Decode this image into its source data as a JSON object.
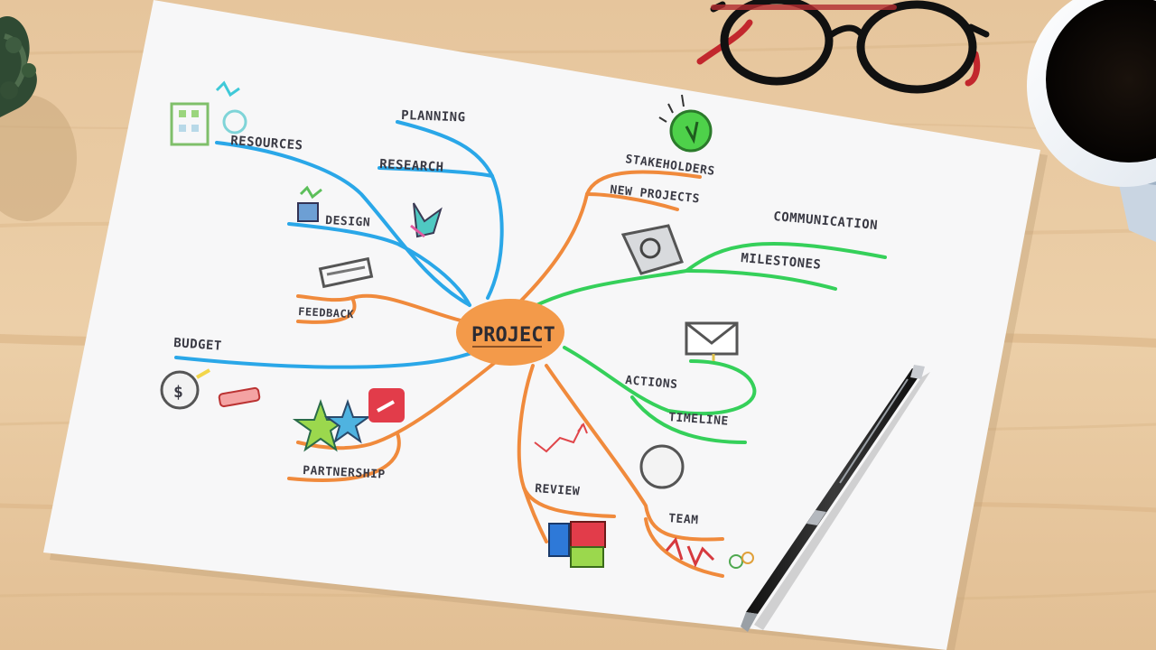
{
  "mindmap": {
    "center": "PROJECT",
    "branches": [
      {
        "label": "PLANNING",
        "color": "#2aa7e8"
      },
      {
        "label": "RESEARCH",
        "color": "#2aa7e8"
      },
      {
        "label": "RESOURCES",
        "color": "#2aa7e8"
      },
      {
        "label": "DESIGN",
        "color": "#2aa7e8"
      },
      {
        "label": "BUDGET",
        "color": "#2aa7e8"
      },
      {
        "label": "FEEDBACK",
        "color": "#f08a3c"
      },
      {
        "label": "PARTNERSHIP",
        "color": "#f08a3c"
      },
      {
        "label": "STAKEHOLDERS",
        "color": "#35d05a"
      },
      {
        "label": "NEW PROJECTS",
        "color": "#35d05a"
      },
      {
        "label": "COMMUNICATION",
        "color": "#35d05a"
      },
      {
        "label": "MILESTONES",
        "color": "#35d05a"
      },
      {
        "label": "ACTIONS",
        "color": "#f08a3c"
      },
      {
        "label": "TIMELINE",
        "color": "#f08a3c"
      },
      {
        "label": "REVIEW",
        "color": "#f08a3c"
      },
      {
        "label": "TEAM",
        "color": "#f08a3c"
      }
    ]
  },
  "colors": {
    "desk": "#e9c9a0",
    "paper": "#f7f7f8",
    "center_node": "#f39a4a",
    "blue_branch": "#2aa7e8",
    "orange_branch": "#f08a3c",
    "green_branch": "#35d05a"
  }
}
